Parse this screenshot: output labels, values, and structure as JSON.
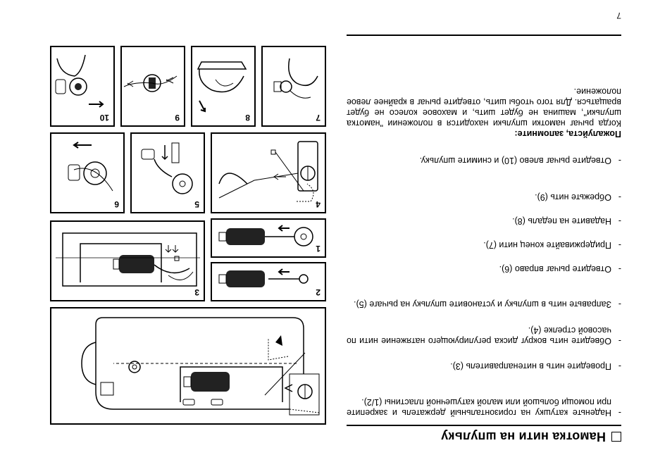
{
  "title": "Намотка нити на шпульку",
  "page_number": "7",
  "steps": [
    "Наденьте катушку на горизонтальный держатель и закрепите при помощи большой или малой катушечной пластины (1/2).",
    "Проведите нить в нитенаправитель (3).",
    "Обведите нить вокруг диска регулирующего натяжение нити по часовой стрелке (4).",
    "Заправьте нить в шпульку и установите шпульку на рычаге (5).",
    "Отведите рычаг вправо (6).",
    "Придерживайте конец нити (7).",
    "Надавите на педаль (8).",
    "Обрежьте нить (9).",
    "Отведите рычаг влево (10) и снимите шпульку."
  ],
  "note": {
    "title": "Пожалуйста, запомните:",
    "body": "Когда рычаг намотки шпульки находится в положении \"намотка шпульки\", машина не будет шить, и маховое колесо не будет вращаться. Для того чтобы шить, отведите рычаг в крайнее левое положение."
  },
  "figures": [
    "1",
    "2",
    "3",
    "4",
    "5",
    "6",
    "7",
    "8",
    "9",
    "10"
  ]
}
